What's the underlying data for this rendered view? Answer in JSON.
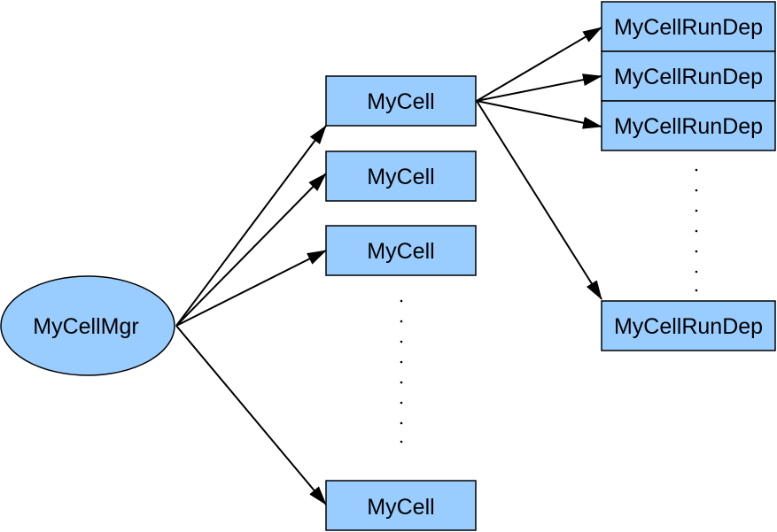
{
  "colors": {
    "fill": "#99ccff",
    "stroke": "#000000",
    "background": "#ffffff"
  },
  "manager": {
    "label": "MyCellMgr"
  },
  "cells": [
    {
      "label": "MyCell"
    },
    {
      "label": "MyCell"
    },
    {
      "label": "MyCell"
    },
    {
      "label": "MyCell"
    }
  ],
  "run_deps": [
    {
      "label": "MyCellRunDep"
    },
    {
      "label": "MyCellRunDep"
    },
    {
      "label": "MyCellRunDep"
    },
    {
      "label": "MyCellRunDep"
    }
  ]
}
